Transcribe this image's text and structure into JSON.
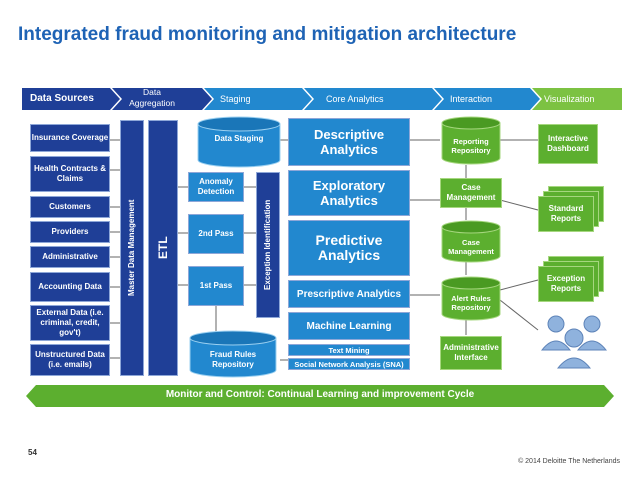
{
  "title": "Integrated fraud monitoring and mitigation architecture",
  "header_stages": [
    "Data Sources",
    "Data Aggregation",
    "Staging",
    "Core Analytics",
    "Interaction",
    "Visualization"
  ],
  "data_sources": [
    "Insurance Coverage",
    "Health Contracts & Claims",
    "Customers",
    "Providers",
    "Administrative",
    "Accounting Data",
    "External Data (i.e. criminal, credit, gov't)",
    "Unstructured Data (i.e. emails)"
  ],
  "aggregation": {
    "mdm": "Master Data Management",
    "etl": "ETL"
  },
  "staging": {
    "data_staging": "Data Staging",
    "anomaly": "Anomaly Detection",
    "pass2": "2nd Pass",
    "pass1": "1st Pass",
    "fraud_rules": "Fraud Rules Repository",
    "exception_id": "Exception Identification"
  },
  "core": {
    "descriptive": "Descriptive Analytics",
    "exploratory": "Exploratory Analytics",
    "predictive": "Predictive Analytics",
    "prescriptive": "Prescriptive Analytics",
    "ml": "Machine Learning",
    "text_mining": "Text Mining",
    "sna": "Social Network Analysis (SNA)"
  },
  "interaction": {
    "reporting_repo": "Reporting Repository",
    "case_mgmt": "Case Management",
    "case_mgmt_db": "Case Management",
    "alert_rules": "Alert Rules Repository",
    "admin_interface": "Administrative Interface"
  },
  "visualization": {
    "dashboard": "Interactive Dashboard",
    "standard": "Standard Reports",
    "exception": "Exception Reports"
  },
  "bottom_bar": "Monitor and Control: Continual Learning and improvement Cycle",
  "page_number": "54",
  "copyright": "© 2014 Deloitte The Netherlands",
  "colors": {
    "navy": "#1f3f97",
    "light_blue": "#2288cf",
    "green": "#5caf2f",
    "title": "#1e63b5"
  }
}
